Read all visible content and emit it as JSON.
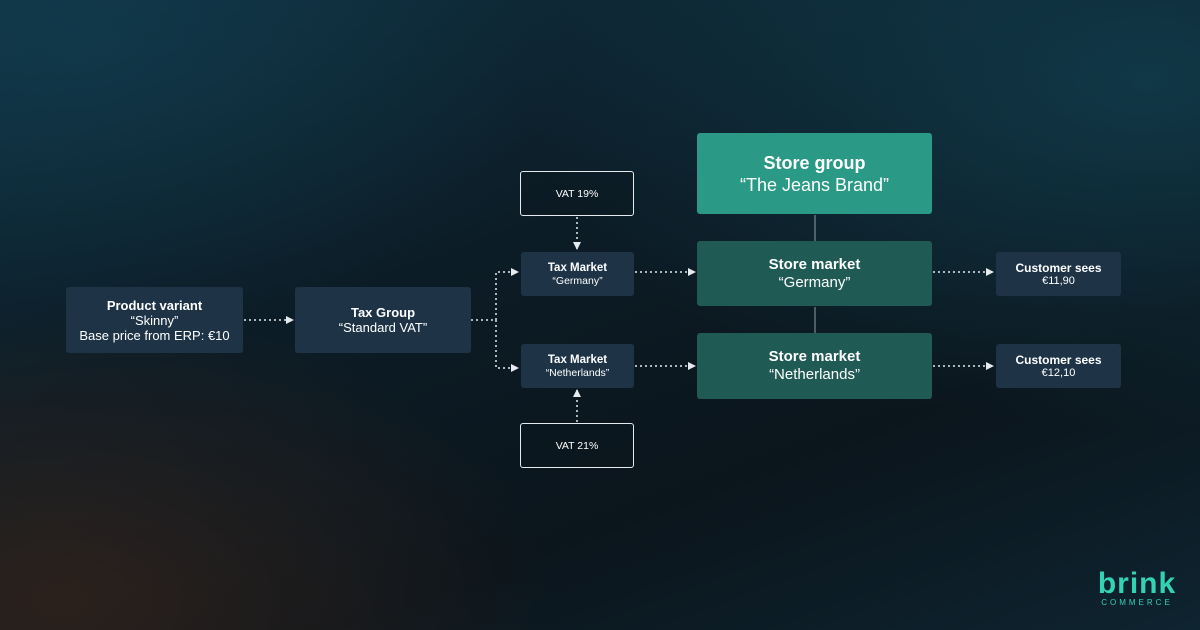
{
  "nodes": {
    "product_variant": {
      "title": "Product variant",
      "name": "“Skinny”",
      "detail": "Base price from ERP: €10"
    },
    "tax_group": {
      "title": "Tax Group",
      "name": "“Standard VAT”"
    },
    "vat_germany": {
      "label": "VAT 19%"
    },
    "vat_netherlands": {
      "label": "VAT 21%"
    },
    "tax_market_germany": {
      "title": "Tax Market",
      "name": "“Germany”"
    },
    "tax_market_netherlands": {
      "title": "Tax Market",
      "name": "“Netherlands”"
    },
    "store_group": {
      "title": "Store group",
      "name": "“The Jeans Brand”"
    },
    "store_market_germany": {
      "title": "Store market",
      "name": "“Germany”"
    },
    "store_market_netherlands": {
      "title": "Store market",
      "name": "“Netherlands”"
    },
    "customer_germany": {
      "title": "Customer sees",
      "price": "€11,90"
    },
    "customer_netherlands": {
      "title": "Customer sees",
      "price": "€12,10"
    }
  },
  "logo": {
    "word": "brink",
    "sub": "COMMERCE"
  },
  "colors": {
    "node_dark": "#1e3446",
    "store_group": "#2a9a86",
    "store_market": "#1f5a54",
    "connector": "#e6ebef",
    "brand": "#33d2b2"
  }
}
